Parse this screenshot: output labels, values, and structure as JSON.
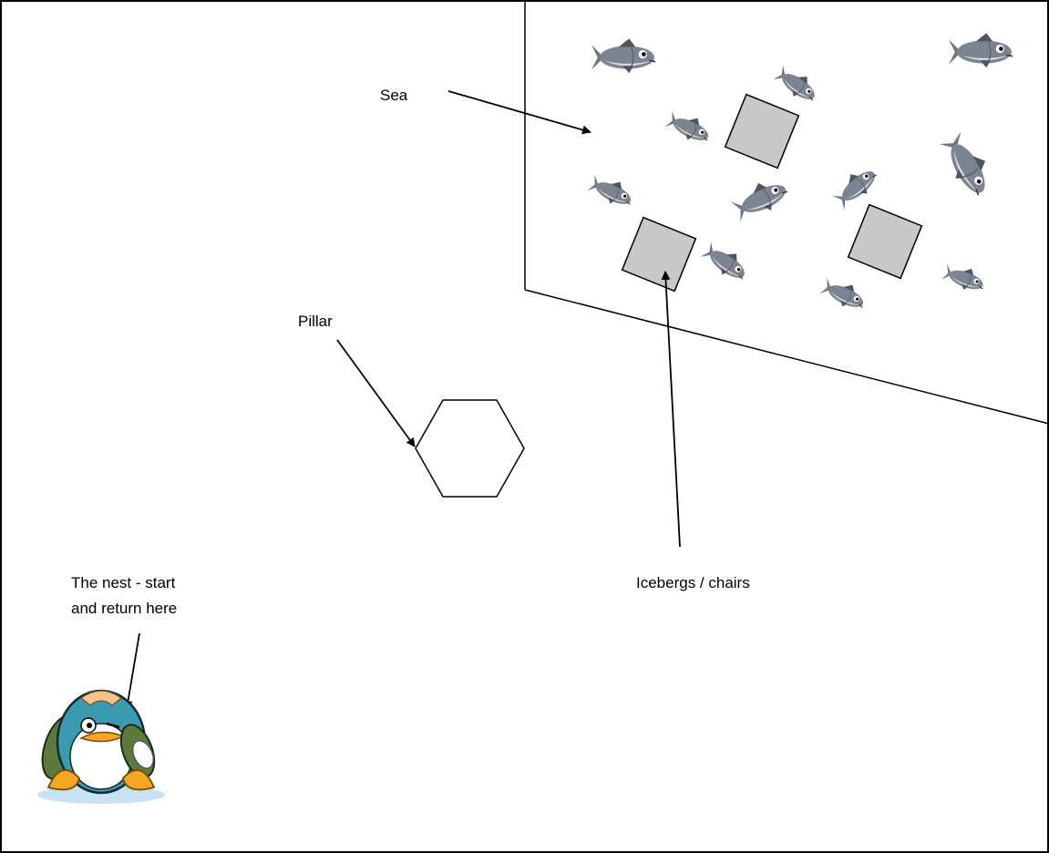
{
  "labels": {
    "sea": "Sea",
    "pillar": "Pillar",
    "icebergs": "Icebergs / chairs",
    "nest_line1": "The nest - start",
    "nest_line2": "and return here"
  },
  "colors": {
    "border": "#000000",
    "iceberg_fill": "#c8c8c8",
    "fish_body": "#7d8491",
    "fish_dark": "#4e5561",
    "fish_belly": "#d9dde3",
    "penguin_teal": "#3a9bb0",
    "penguin_orange": "#f5a623",
    "penguin_green": "#5b7b3e"
  },
  "icons": {
    "fish": "fish-icon",
    "iceberg": "iceberg-chair",
    "pillar": "pillar-hexagon",
    "penguin": "penguin-icon"
  }
}
